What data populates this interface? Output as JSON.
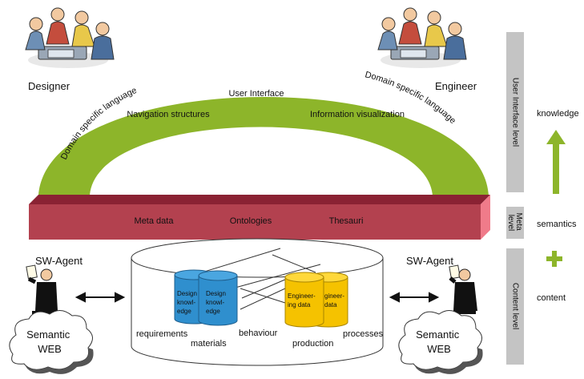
{
  "roles": {
    "designer": "Designer",
    "engineer": "Engineer"
  },
  "arch": {
    "top": "User Interface",
    "left_outer": "Domain specific language",
    "right_outer": "Domain specific language",
    "left_inner": "Navigation structures",
    "right_inner": "Information visualization"
  },
  "meta_bar": {
    "items": [
      "Meta data",
      "Ontologies",
      "Thesauri"
    ]
  },
  "agents": {
    "left": "SW-Agent",
    "right": "SW-Agent"
  },
  "clouds": {
    "left": [
      "Semantic",
      "WEB"
    ],
    "right": [
      "Semantic",
      "WEB"
    ]
  },
  "database": {
    "design_knowledge": [
      "Design",
      "knowl-",
      "edge"
    ],
    "design_knowledge_front": [
      "Design",
      "knowl-",
      "edge"
    ],
    "engineering_data": [
      "Engineer-",
      "ing data"
    ],
    "engineering_data_back": [
      "gineer-",
      "data"
    ],
    "labels": {
      "requirements": "requirements",
      "materials": "materials",
      "behaviour": "behaviour",
      "production": "production",
      "processes": "processes"
    }
  },
  "levels": {
    "user_interface": "User Interface level",
    "meta": [
      "Meta",
      "level"
    ],
    "content": "Content level"
  },
  "right_column": {
    "knowledge": "knowledge",
    "semantics": "semantics",
    "content": "content"
  },
  "colors": {
    "arch_green": "#8db52a",
    "meta_bar": "#b3414f",
    "meta_top": "#8a2233",
    "meta_side": "#f07b8a",
    "level_gray": "#c4c4c4",
    "cylinder_blue": "#2f8fce",
    "cylinder_yellow": "#f5c200"
  }
}
